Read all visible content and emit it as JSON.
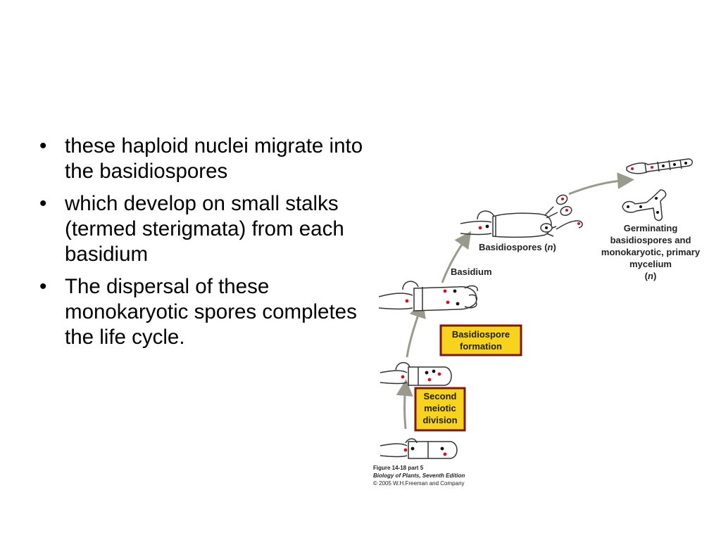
{
  "bullets": [
    "these haploid nuclei migrate into the basidiospores",
    "which develop on small stalks (termed sterigmata) from each basidium",
    "The dispersal of these monokaryotic spores completes the life cycle."
  ],
  "figure": {
    "labels": {
      "basidiospores": "Basidiospores (",
      "basidiospores_n": "n",
      "basidiospores_close": ")",
      "basidium": "Basidium",
      "germ_line1": "Germinating",
      "germ_line2": "basidiospores and",
      "germ_line3": "monokaryotic, primary",
      "germ_line4": "mycelium",
      "germ_line5_open": "(",
      "germ_line5_n": "n",
      "germ_line5_close": ")",
      "box_formation_1": "Basidiospore",
      "box_formation_2": "formation",
      "box_meiotic_1": "Second",
      "box_meiotic_2": "meiotic",
      "box_meiotic_3": "division"
    },
    "caption": {
      "line1": "Figure 14-18 part 5",
      "line2": "Biology of Plants, Seventh Edition",
      "line3": "© 2005 W.H.Freeman and Company"
    },
    "colors": {
      "box_fill": "#f7d21e",
      "box_border": "#7a1a14",
      "arrow": "#9a9a8c",
      "red_nucleus": "#d0102a",
      "black_nucleus": "#111111"
    }
  }
}
